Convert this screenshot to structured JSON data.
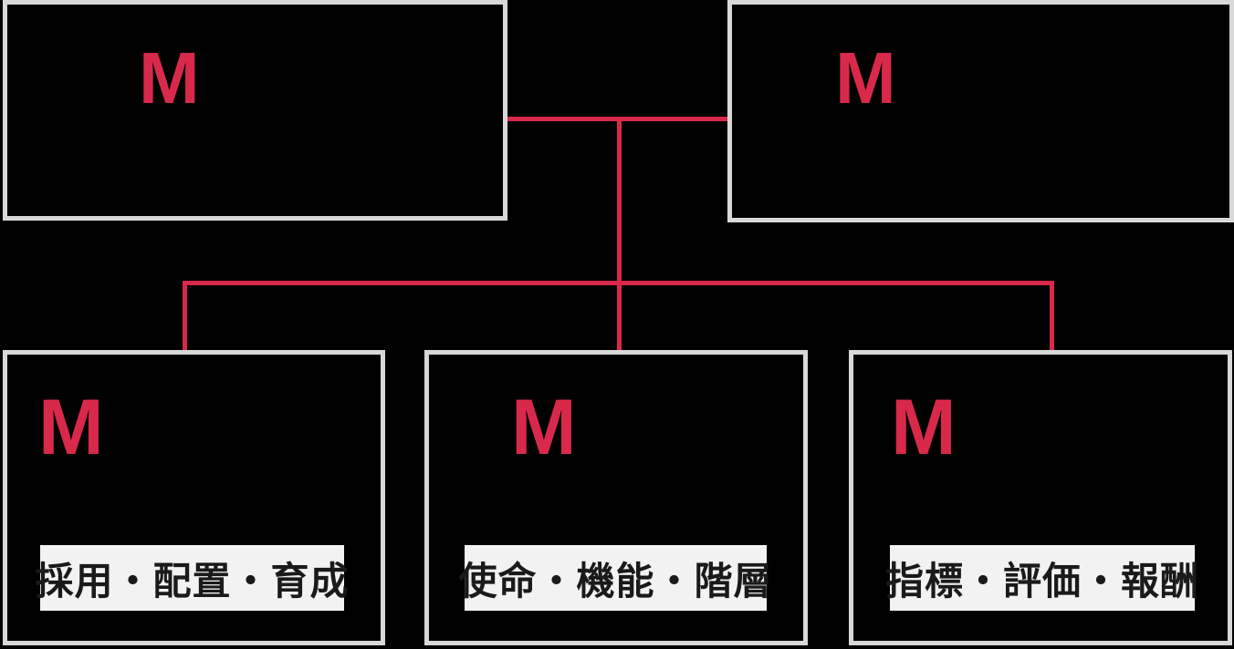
{
  "diagram": {
    "colors": {
      "background": "#000000",
      "box_fill": "#000000",
      "box_border": "#d8d8d8",
      "accent_red": "#d9294b",
      "label_bg": "#f2f2f2",
      "label_text": "#1a1a1a"
    },
    "top_nodes": [
      {
        "letter": "M"
      },
      {
        "letter": "M"
      }
    ],
    "bottom_nodes": [
      {
        "letter": "M",
        "label": "採用・配置・育成"
      },
      {
        "letter": "M",
        "label": "使命・機能・階層"
      },
      {
        "letter": "M",
        "label": "指標・評価・報酬"
      }
    ]
  }
}
